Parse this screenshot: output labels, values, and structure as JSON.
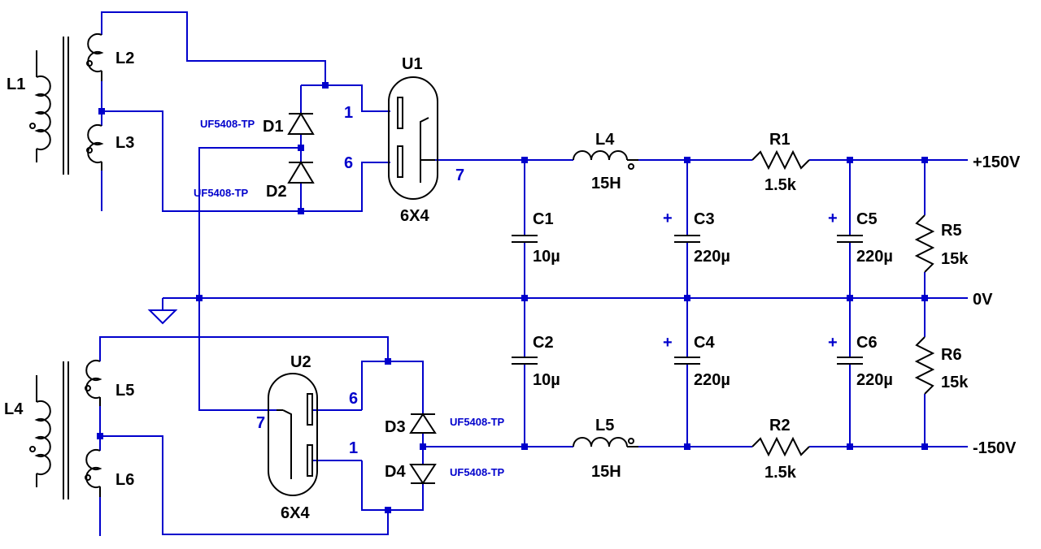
{
  "components": {
    "L1": {
      "ref": "L1"
    },
    "L2": {
      "ref": "L2"
    },
    "L3": {
      "ref": "L3"
    },
    "L4_transformer": {
      "ref": "L4"
    },
    "L5_transformer": {
      "ref": "L5"
    },
    "L6": {
      "ref": "L6"
    },
    "D1": {
      "ref": "D1",
      "part": "UF5408-TP"
    },
    "D2": {
      "ref": "D2",
      "part": "UF5408-TP"
    },
    "D3": {
      "ref": "D3",
      "part": "UF5408-TP"
    },
    "D4": {
      "ref": "D4",
      "part": "UF5408-TP"
    },
    "U1": {
      "ref": "U1",
      "value": "6X4",
      "pins": [
        "1",
        "6",
        "7"
      ]
    },
    "U2": {
      "ref": "U2",
      "value": "6X4",
      "pins": [
        "6",
        "1",
        "7"
      ]
    },
    "L4_choke": {
      "ref": "L4",
      "value": "15H"
    },
    "L5_choke": {
      "ref": "L5",
      "value": "15H"
    },
    "R1": {
      "ref": "R1",
      "value": "1.5k"
    },
    "R2": {
      "ref": "R2",
      "value": "1.5k"
    },
    "R5": {
      "ref": "R5",
      "value": "15k"
    },
    "R6": {
      "ref": "R6",
      "value": "15k"
    },
    "C1": {
      "ref": "C1",
      "value": "10µ"
    },
    "C2": {
      "ref": "C2",
      "value": "10µ"
    },
    "C3": {
      "ref": "C3",
      "value": "220µ",
      "polarity": "+"
    },
    "C4": {
      "ref": "C4",
      "value": "220µ",
      "polarity": "+"
    },
    "C5": {
      "ref": "C5",
      "value": "220µ",
      "polarity": "+"
    },
    "C6": {
      "ref": "C6",
      "value": "220µ",
      "polarity": "+"
    }
  },
  "nets": {
    "pos": "+150V",
    "zero": "0V",
    "neg": "-150V"
  },
  "colors": {
    "wire": "#0000cc",
    "component": "#000000",
    "pin_label": "#0000cc"
  }
}
